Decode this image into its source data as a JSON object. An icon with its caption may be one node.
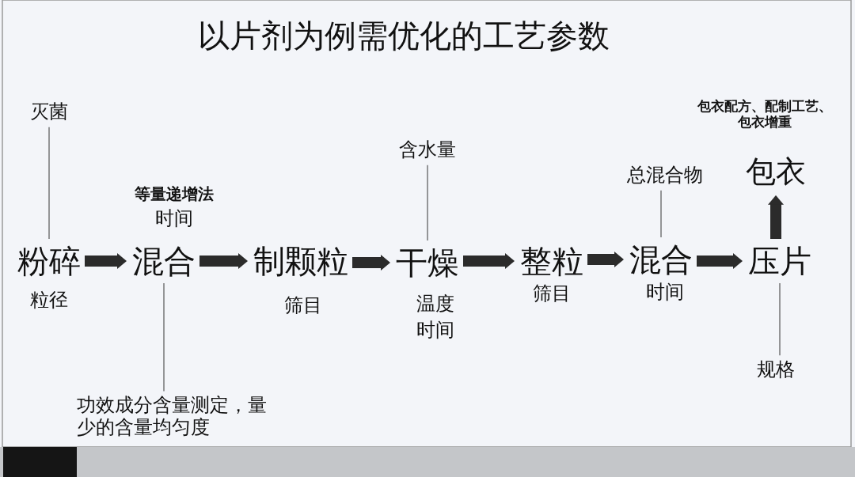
{
  "diagram": {
    "title": "以片剂为例需优化的工艺参数",
    "nodes": [
      {
        "text": [
          "粉碎"
        ],
        "beside": [
          "粒径"
        ]
      },
      {
        "text": [
          "混合"
        ],
        "beside": [
          "等量递增法",
          "时间"
        ]
      },
      {
        "text": [
          "制颗粒"
        ],
        "beside": [
          "筛目"
        ]
      },
      {
        "text": [
          "干燥"
        ],
        "beside": [
          "温度",
          "时间"
        ]
      },
      {
        "text": [
          "整粒"
        ],
        "beside": [
          "筛目"
        ]
      },
      {
        "text": [
          "混合"
        ],
        "beside": [
          "时间"
        ]
      },
      {
        "text": [
          "压片"
        ]
      },
      {
        "text": [
          "包衣"
        ],
        "beside": [
          "包衣配方、配制工艺、包衣增重"
        ]
      },
      {
        "text": [
          "灭菌"
        ]
      },
      {
        "text": [
          "功效成分含量测定，量少的含量均匀度"
        ]
      },
      {
        "text": [
          "含水量"
        ]
      },
      {
        "text": [
          "总混合物"
        ]
      },
      {
        "text": [
          "规格"
        ]
      }
    ],
    "edges": [
      {
        "from": 0,
        "to": 1,
        "arrow": "to"
      },
      {
        "from": 1,
        "to": 2,
        "arrow": "to"
      },
      {
        "from": 2,
        "to": 3,
        "arrow": "to"
      },
      {
        "from": 3,
        "to": 4,
        "arrow": "to"
      },
      {
        "from": 4,
        "to": 5,
        "arrow": "to"
      },
      {
        "from": 5,
        "to": 6,
        "arrow": "to"
      },
      {
        "from": 6,
        "to": 7,
        "arrow": "to"
      },
      {
        "from": 8,
        "to": 0,
        "arrow": "none"
      },
      {
        "from": 9,
        "to": 1,
        "arrow": "none"
      },
      {
        "from": 10,
        "to": 3,
        "arrow": "none"
      },
      {
        "from": 11,
        "to": 5,
        "arrow": "none"
      },
      {
        "from": 12,
        "to": 6,
        "arrow": "none"
      }
    ]
  }
}
